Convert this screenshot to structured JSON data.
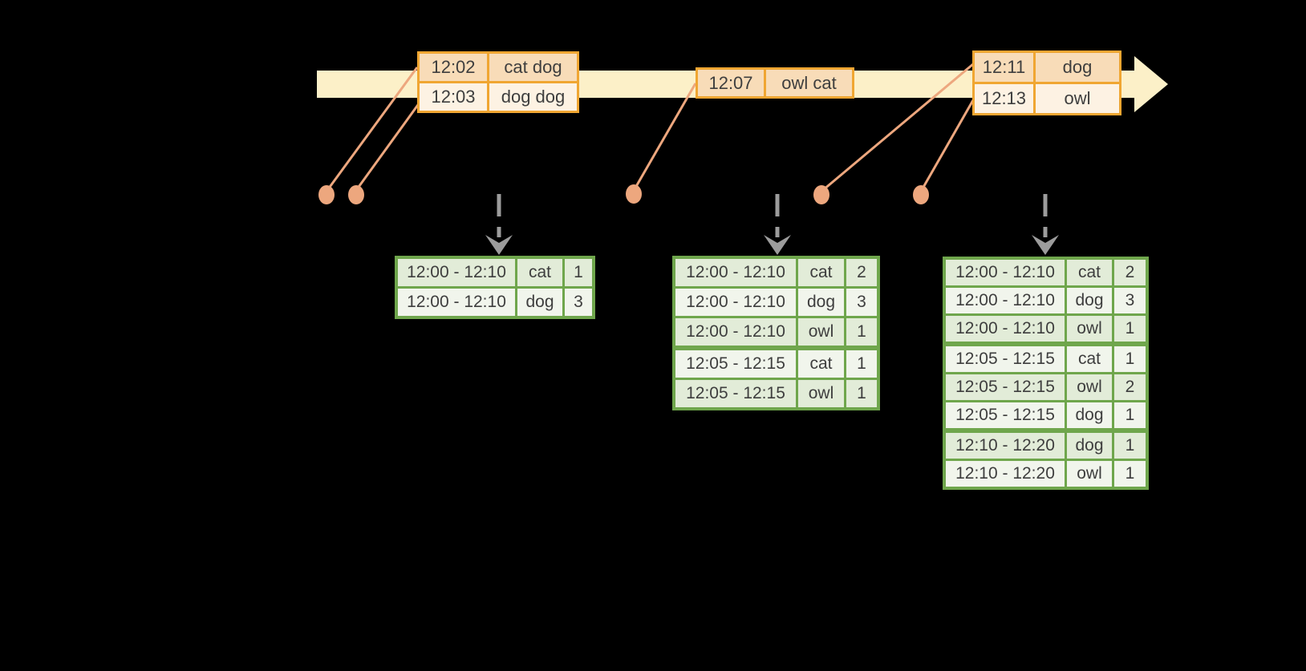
{
  "colors": {
    "background": "#000000",
    "timeline_fill": "#fcf0c8",
    "event_border": "#f0a632",
    "event_row_dark": "#f8dcb8",
    "event_row_light": "#fdf2e3",
    "result_border": "#6fa64c",
    "result_row_dark": "#e2ecd8",
    "result_row_light": "#f1f5ec",
    "connector": "#eda77e",
    "trigger_arrow": "#9c9c9c",
    "text": "#3e3e3e"
  },
  "event_tables": [
    {
      "name": "events-batch-1",
      "rows": [
        {
          "time": "12:02",
          "words": "cat dog"
        },
        {
          "time": "12:03",
          "words": "dog dog"
        }
      ]
    },
    {
      "name": "events-batch-2",
      "rows": [
        {
          "time": "12:07",
          "words": "owl cat"
        }
      ]
    },
    {
      "name": "events-batch-3",
      "rows": [
        {
          "time": "12:11",
          "words": "dog"
        },
        {
          "time": "12:13",
          "words": "owl"
        }
      ]
    }
  ],
  "result_tables": [
    {
      "name": "result-table-1",
      "group_starts": [],
      "rows": [
        {
          "window": "12:00 - 12:10",
          "word": "cat",
          "count": 1
        },
        {
          "window": "12:00 - 12:10",
          "word": "dog",
          "count": 3
        }
      ]
    },
    {
      "name": "result-table-2",
      "group_starts": [
        3
      ],
      "rows": [
        {
          "window": "12:00 - 12:10",
          "word": "cat",
          "count": 2
        },
        {
          "window": "12:00 - 12:10",
          "word": "dog",
          "count": 3
        },
        {
          "window": "12:00 - 12:10",
          "word": "owl",
          "count": 1
        },
        {
          "window": "12:05 - 12:15",
          "word": "cat",
          "count": 1
        },
        {
          "window": "12:05 - 12:15",
          "word": "owl",
          "count": 1
        }
      ]
    },
    {
      "name": "result-table-3",
      "group_starts": [
        3,
        6
      ],
      "rows": [
        {
          "window": "12:00 - 12:10",
          "word": "cat",
          "count": 2
        },
        {
          "window": "12:00 - 12:10",
          "word": "dog",
          "count": 3
        },
        {
          "window": "12:00 - 12:10",
          "word": "owl",
          "count": 1
        },
        {
          "window": "12:05 - 12:15",
          "word": "cat",
          "count": 1
        },
        {
          "window": "12:05 - 12:15",
          "word": "owl",
          "count": 2
        },
        {
          "window": "12:05 - 12:15",
          "word": "dog",
          "count": 1
        },
        {
          "window": "12:10 - 12:20",
          "word": "dog",
          "count": 1
        },
        {
          "window": "12:10 - 12:20",
          "word": "owl",
          "count": 1
        }
      ]
    }
  ]
}
